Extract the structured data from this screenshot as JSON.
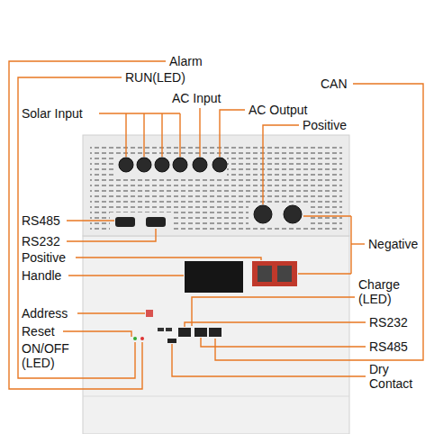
{
  "diagram": {
    "labels": [
      "Alarm",
      "RUN(LED)",
      "AC Input",
      "AC Output",
      "CAN",
      "Solar Input",
      "Positive",
      "RS485",
      "RS232",
      "Positive",
      "Negative",
      "Handle",
      "Charge (LED)",
      "Address",
      "RS232",
      "Reset",
      "RS485",
      "ON/OFF (LED)",
      "Dry Contact"
    ]
  }
}
